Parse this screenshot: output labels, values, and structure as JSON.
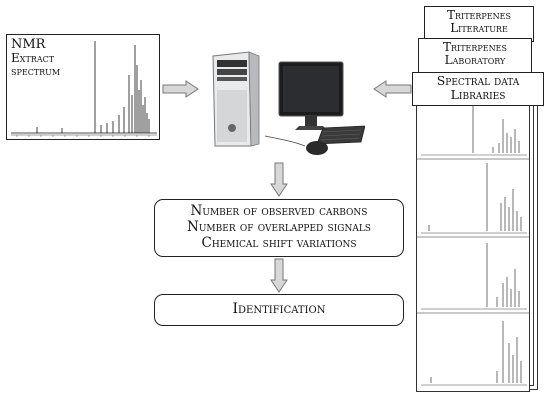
{
  "nmr_box": {
    "line1": "NMR",
    "line2": "Extract",
    "line3": "spectrum"
  },
  "libraries": {
    "tab1_line1": "Triterpenes",
    "tab1_line2": "Literature",
    "tab2_line1": "Triterpenes",
    "tab2_line2": "Laboratory",
    "tab3_line1": "Spectral data",
    "tab3_line2": "Libraries"
  },
  "criteria": {
    "line1": "Number of observed carbons",
    "line2": "Number of overlapped signals",
    "line3": "Chemical shift variations"
  },
  "result": {
    "label": "Identification"
  },
  "icons": {
    "computer": "desktop-computer-icon",
    "arrow": "hollow-arrow-icon"
  },
  "colors": {
    "border": "#222222",
    "arrow_fill": "#d8d8d8",
    "arrow_stroke": "#777777",
    "spectrum": "#111111"
  }
}
